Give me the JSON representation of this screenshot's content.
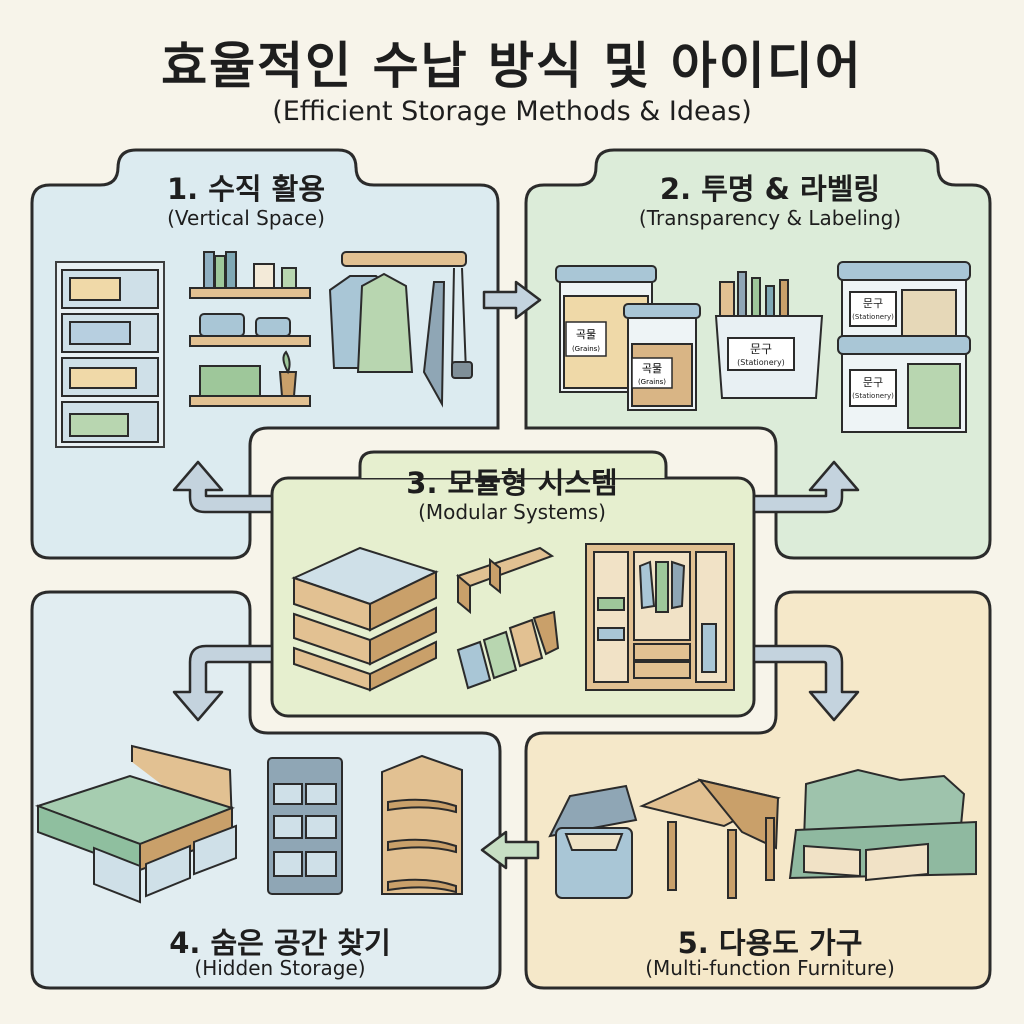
{
  "header": {
    "title": "효율적인 수납 방식 및 아이디어",
    "subtitle": "(Efficient Storage Methods & Ideas)"
  },
  "sections": [
    {
      "title": "1. 수직 활용",
      "subtitle": "(Vertical Space)",
      "color": "#dcebf0"
    },
    {
      "title": "2. 투명 & 라벨링",
      "subtitle": "(Transparency & Labeling)",
      "color": "#dcecd9"
    },
    {
      "title": "3. 모듈형 시스템",
      "subtitle": "(Modular Systems)",
      "color": "#e6efcf"
    },
    {
      "title": "4. 숨은 공간 찾기",
      "subtitle": "(Hidden Storage)",
      "color": "#e1edf1"
    },
    {
      "title": "5. 다용도 가구",
      "subtitle": "(Multi-function Furniture)",
      "color": "#f5e8c9"
    }
  ],
  "labels": {
    "grain": "곡물",
    "grain_en": "(Grains)",
    "grain2": "곡물",
    "grain2_en": "(Grains)",
    "stationery": "문구",
    "stationery_en": "(Stationery)",
    "bin_top": "문구",
    "bin_top_en": "(Stationery)",
    "bin_bottom": "문구",
    "bin_bottom_en": "(Stationery)"
  },
  "colors": {
    "outline": "#2b2b2b",
    "wood": "#e2c192",
    "wood_dark": "#c9a06a",
    "sage": "#9ec79a",
    "blue": "#a9c6d6",
    "arrow": "#c4d3de"
  }
}
